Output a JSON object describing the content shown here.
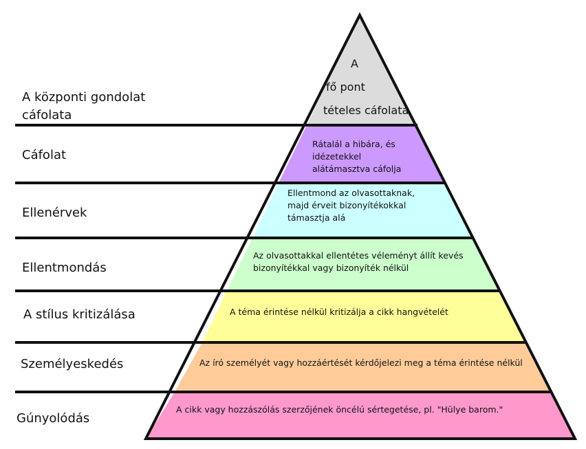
{
  "levels": [
    {
      "label": [
        "A központi gondolat",
        "cáfolata"
      ],
      "description": [
        "A",
        "fő pont",
        "tételes cáfolata"
      ],
      "color": "#dcdcdc"
    },
    {
      "label": [
        "Cáfolat"
      ],
      "description": [
        "Rátalál a hibára, és",
        "idézetekkel",
        "alátámasztva cáfolja"
      ],
      "color": "#cc99ff"
    },
    {
      "label": [
        "Ellenérvek"
      ],
      "description": [
        "Ellentmond az olvasottaknak,",
        "majd érveit bizonyítékokkal",
        "támasztja alá"
      ],
      "color": "#ccffff"
    },
    {
      "label": [
        "Ellentmondás"
      ],
      "description": [
        "Az olvasottakkal ellentétes véleményt állít kevés",
        "bizonyítékkal vagy bizonyíték nélkül"
      ],
      "color": "#ccffcc"
    },
    {
      "label": [
        "A stílus kritizálása"
      ],
      "description": [
        "A téma érintése nélkül kritizálja a cikk hangvételét"
      ],
      "color": "#ffff99"
    },
    {
      "label": [
        "Személyeskedés"
      ],
      "description": [
        "Az író személyét vagy hozzáértését kérdőjelezi meg a téma érintése nélkül"
      ],
      "color": "#ffcc99"
    },
    {
      "label": [
        "Gúnyolódás"
      ],
      "description": [
        "A cikk vagy hozzászólás szerzőjének öncélú sértegetése, pl. \"Hülye barom.\""
      ],
      "color": "#ff99cc"
    }
  ]
}
